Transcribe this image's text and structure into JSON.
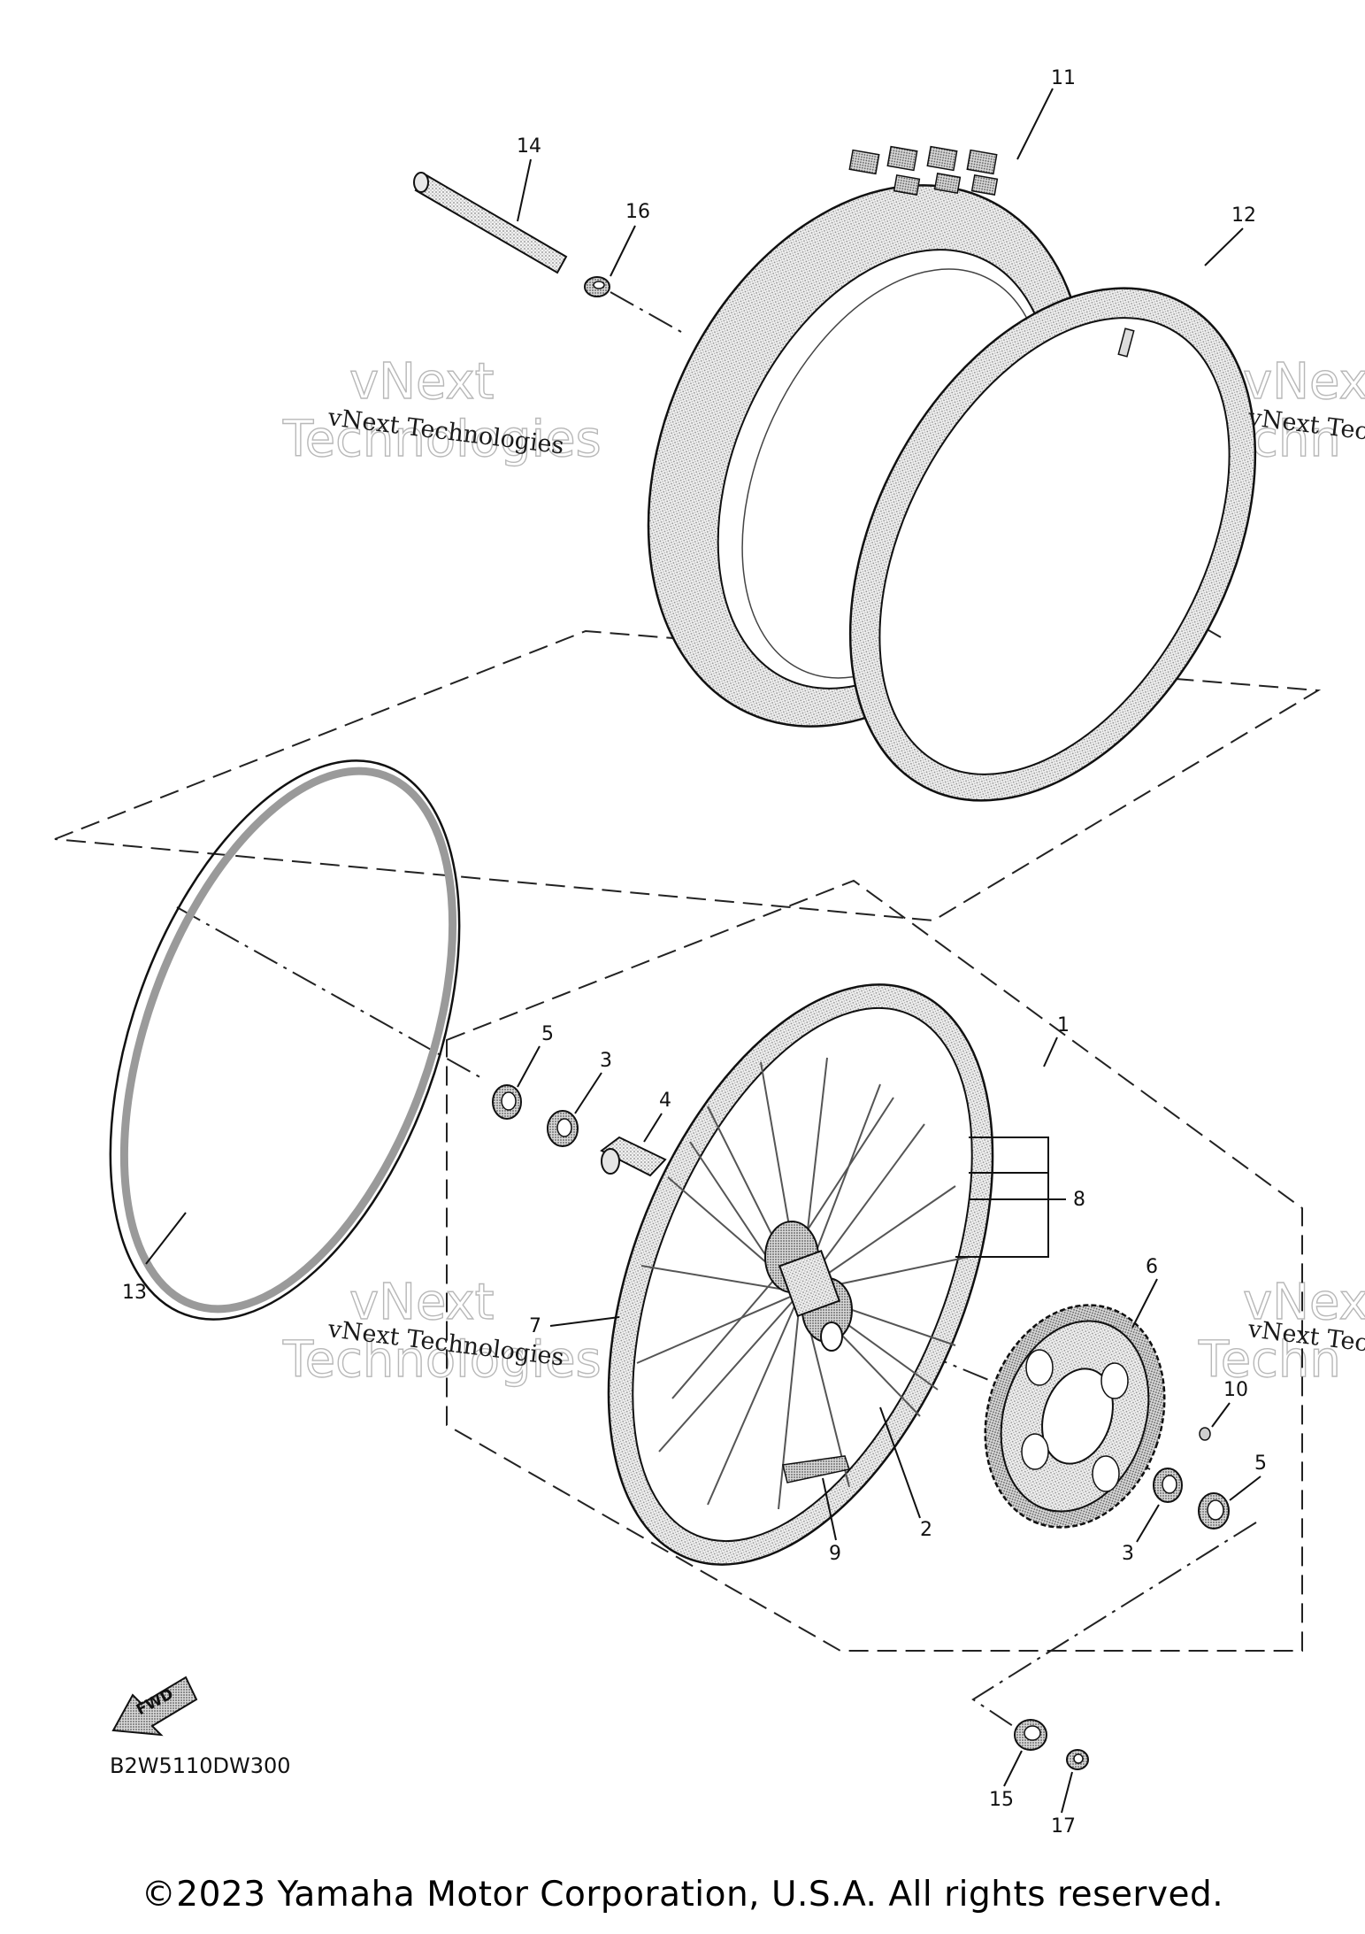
{
  "callouts": {
    "c1": "1",
    "c2": "2",
    "c3a": "3",
    "c3b": "3",
    "c4": "4",
    "c5a": "5",
    "c5b": "5",
    "c6": "6",
    "c7": "7",
    "c8": "8",
    "c9": "9",
    "c10": "10",
    "c11": "11",
    "c12": "12",
    "c13": "13",
    "c14": "14",
    "c15": "15",
    "c16": "16",
    "c17": "17"
  },
  "watermark": {
    "line": "vNext Technologies",
    "line_partial": "vNext Tec",
    "big_top": "vNext",
    "big_bottom": "Technologies",
    "big_bottom_partial": "Techn"
  },
  "fwd_label": "FWD",
  "diagram_code": "B2W5110DW300",
  "copyright": "©2023 Yamaha Motor Corporation, U.S.A. All rights reserved."
}
